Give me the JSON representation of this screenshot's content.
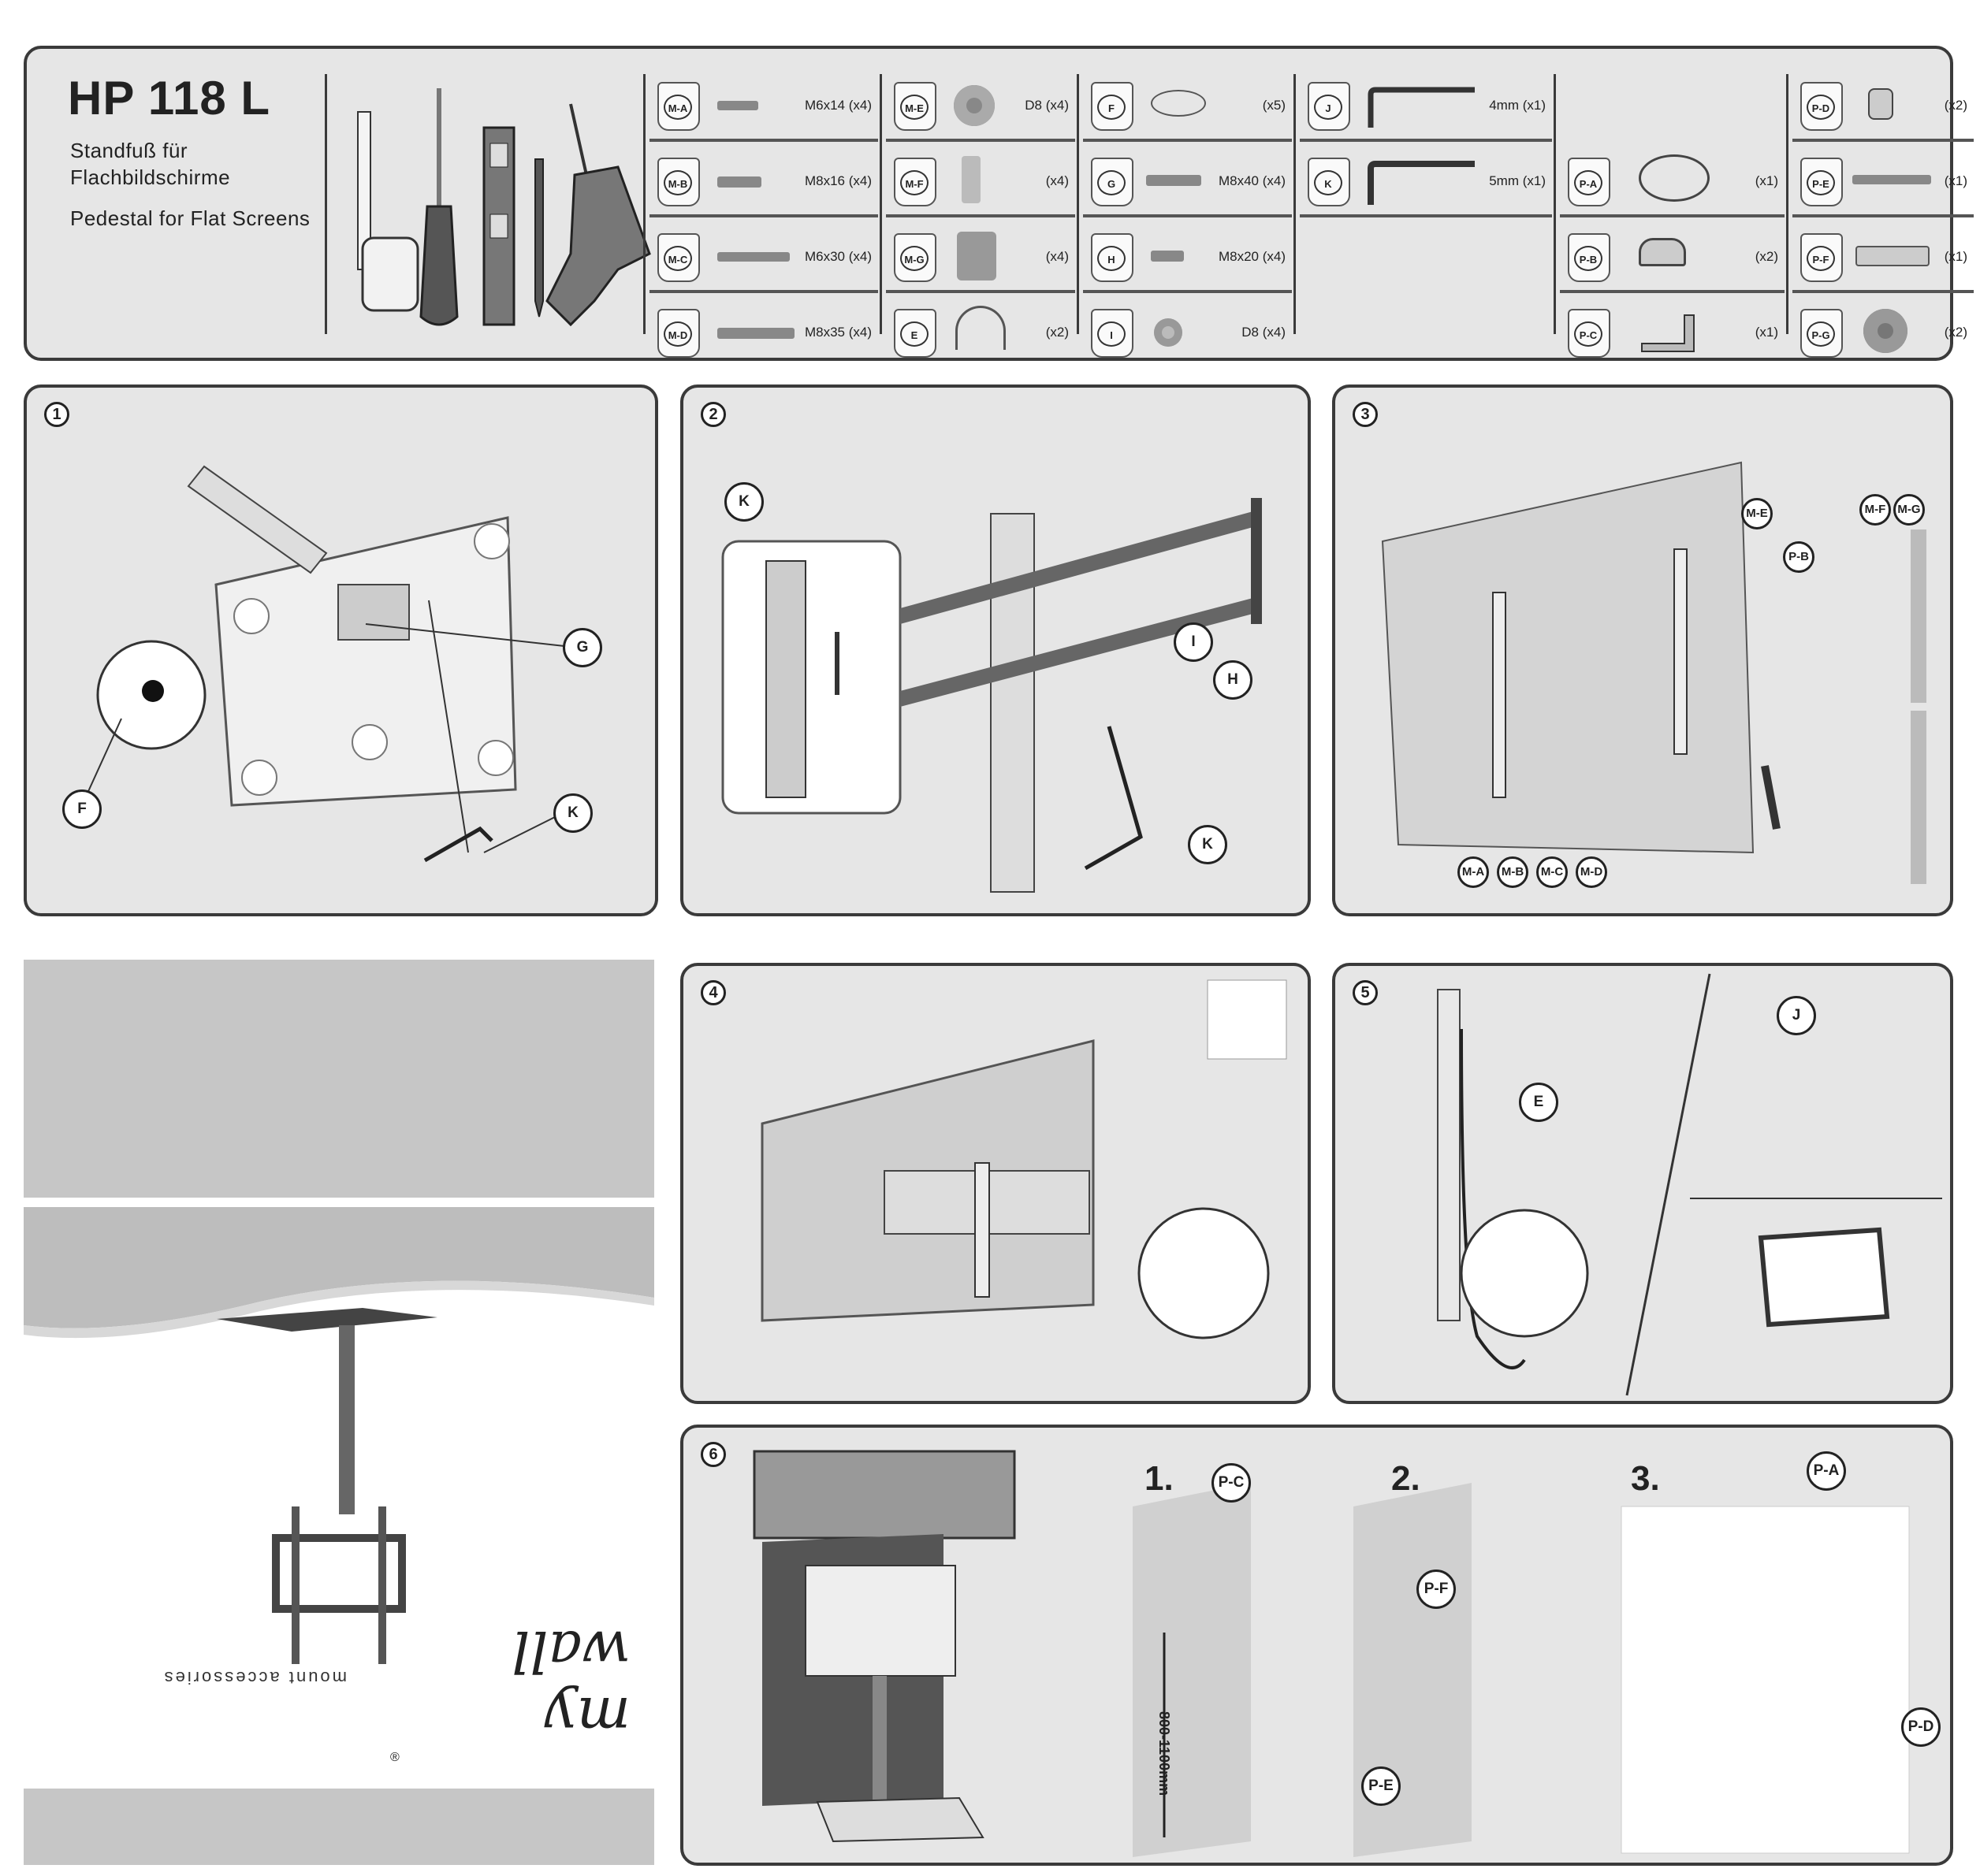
{
  "header": {
    "model": "HP 118 L",
    "subtitle_de_1": "Standfuß für",
    "subtitle_de_2": "Flachbildschirme",
    "subtitle_en": "Pedestal for Flat Screens"
  },
  "parts": {
    "col1": [
      {
        "code": "M-A",
        "spec": "M6x14 (x4)"
      },
      {
        "code": "M-B",
        "spec": "M8x16 (x4)"
      },
      {
        "code": "M-C",
        "spec": "M6x30 (x4)"
      },
      {
        "code": "M-D",
        "spec": "M8x35 (x4)"
      }
    ],
    "col2": [
      {
        "code": "M-E",
        "spec": "D8 (x4)"
      },
      {
        "code": "M-F",
        "spec": "(x4)"
      },
      {
        "code": "M-G",
        "spec": "(x4)"
      },
      {
        "code": "E",
        "spec": "(x2)"
      }
    ],
    "col3": [
      {
        "code": "F",
        "spec": "(x5)"
      },
      {
        "code": "G",
        "spec": "M8x40 (x4)"
      },
      {
        "code": "H",
        "spec": "M8x20 (x4)"
      },
      {
        "code": "I",
        "spec": "D8 (x4)"
      }
    ],
    "col4": [
      {
        "code": "J",
        "spec": "4mm (x1)"
      },
      {
        "code": "K",
        "spec": "5mm (x1)"
      }
    ],
    "col5": [
      {
        "code": "P-A",
        "spec": "(x1)"
      },
      {
        "code": "P-B",
        "spec": "(x2)"
      },
      {
        "code": "P-C",
        "spec": "(x1)"
      }
    ],
    "col6": [
      {
        "code": "P-D",
        "spec": "(x2)"
      },
      {
        "code": "P-E",
        "spec": "(x1)"
      },
      {
        "code": "P-F",
        "spec": "(x1)"
      },
      {
        "code": "P-G",
        "spec": "(x2)"
      }
    ]
  },
  "steps": {
    "s1": {
      "num": "1",
      "labels": [
        "G",
        "F",
        "K"
      ]
    },
    "s2": {
      "num": "2",
      "labels": [
        "K",
        "I",
        "H",
        "K"
      ]
    },
    "s3": {
      "num": "3",
      "labels": [
        "M-E",
        "P-B",
        "M-F",
        "M-G",
        "M-A",
        "M-B",
        "M-C",
        "M-D"
      ]
    },
    "s4": {
      "num": "4"
    },
    "s5": {
      "num": "5",
      "labels": [
        "E",
        "J"
      ]
    },
    "s6": {
      "num": "6",
      "sub": [
        "1.",
        "2.",
        "3."
      ],
      "labels": [
        "P-C",
        "P-F",
        "P-E",
        "P-A",
        "P-D"
      ],
      "measure": "800-1100mm"
    }
  },
  "brand": {
    "logo": "my wall",
    "tagline": "mount accessories",
    "reg": "®"
  }
}
